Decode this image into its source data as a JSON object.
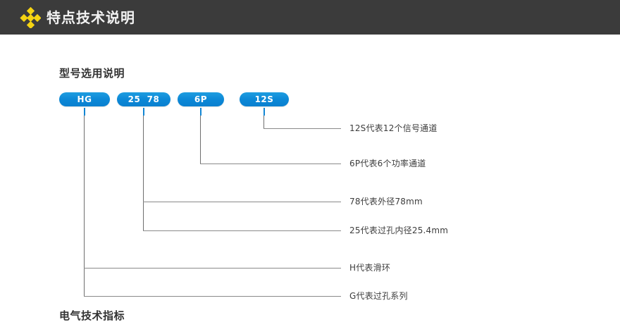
{
  "header": {
    "title": "特点技术说明",
    "icon": "diamond-cluster-icon",
    "bar_color": "#3b3b3b",
    "icon_color": "#f5d312",
    "title_color": "#f2f2f2"
  },
  "sections": {
    "model_heading": "型号选用说明",
    "electrical_heading": "电气技术指标"
  },
  "badges": [
    {
      "id": "hg",
      "label": "HG"
    },
    {
      "id": "2578",
      "label": "25  78"
    },
    {
      "id": "6p",
      "label": "6P"
    },
    {
      "id": "12s",
      "label": "12S"
    }
  ],
  "badge_color": "#0b87d6",
  "annotations": [
    {
      "id": "12s",
      "text": "12S代表12个信号通道"
    },
    {
      "id": "6p",
      "text": "6P代表6个功率通道"
    },
    {
      "id": "78",
      "text": "78代表外径78mm"
    },
    {
      "id": "25",
      "text": "25代表过孔内径25.4mm"
    },
    {
      "id": "h",
      "text": "H代表滑环"
    },
    {
      "id": "g",
      "text": "G代表过孔系列"
    }
  ],
  "leader_line_color": "#8a8a8a"
}
